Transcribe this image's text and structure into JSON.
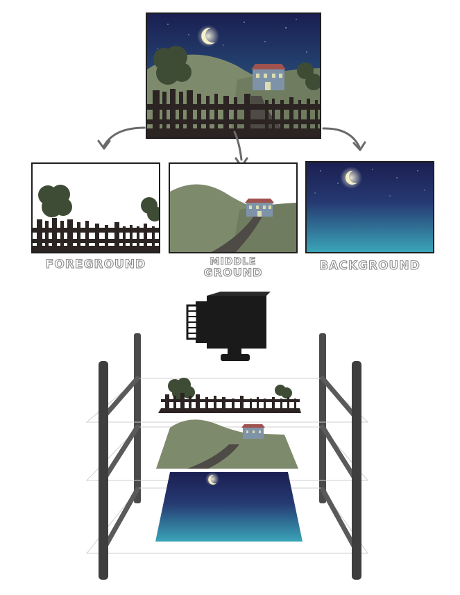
{
  "title": "",
  "layers": [
    {
      "key": "foreground",
      "label": "FOREGROUND"
    },
    {
      "key": "middle",
      "label_line1": "MIDDLE",
      "label_line2": "GROUND"
    },
    {
      "key": "background",
      "label": "BACKGROUND"
    }
  ],
  "colors": {
    "sky_top": "#1c2356",
    "sky_bottom": "#3aa3b7",
    "hill": "#7e8a6c",
    "hill_dark": "#6d7a5e",
    "path": "#4e4a45",
    "fence": "#2b2422",
    "tree": "#3f4c35",
    "house_wall": "#7f93a8",
    "house_roof": "#a0524e",
    "moon": "#f5f0c8",
    "camera": "#1a1a1a",
    "pole": "#3e3e3e",
    "label_outline": "#8a8a8a"
  },
  "icons": [
    "moon-icon",
    "camera-icon",
    "arrow-left-icon",
    "arrow-down-icon",
    "arrow-right-icon"
  ]
}
